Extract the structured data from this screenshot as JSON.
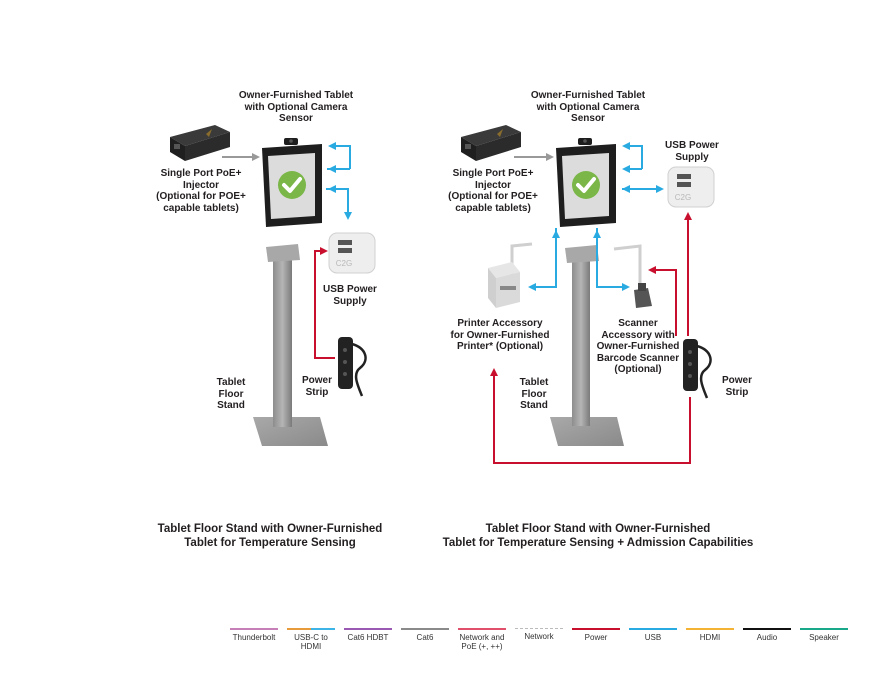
{
  "left_panel": {
    "tablet_label": "Owner-Furnished Tablet\nwith Optional Camera\nSensor",
    "injector_label": "Single Port PoE+\nInjector\n(Optional for POE+\ncapable tablets)",
    "usb_supply_label": "USB Power\nSupply",
    "stand_label": "Tablet\nFloor\nStand",
    "strip_label": "Power\nStrip",
    "caption": "Tablet Floor Stand with Owner-Furnished\nTablet for Temperature Sensing"
  },
  "right_panel": {
    "tablet_label": "Owner-Furnished Tablet\nwith Optional Camera\nSensor",
    "injector_label": "Single Port PoE+\nInjector\n(Optional for POE+\ncapable tablets)",
    "usb_supply_label": "USB Power\nSupply",
    "printer_label": "Printer Accessory\nfor Owner-Furnished\nPrinter* (Optional)",
    "scanner_label": "Scanner\nAccessory with\nOwner-Furnished\nBarcode Scanner\n(Optional)",
    "stand_label": "Tablet\nFloor\nStand",
    "strip_label": "Power\nStrip",
    "caption": "Tablet Floor Stand with Owner-Furnished\nTablet for Temperature Sensing + Admission Capabilities"
  },
  "device_text": {
    "brand": "C2G"
  },
  "legend": [
    {
      "label": "Thunderbolt",
      "color": "#c77fb8"
    },
    {
      "label": "USB-C to\nHDMI",
      "color": "#e89b3a",
      "color2": "#3cb4e5"
    },
    {
      "label": "Cat6 HDBT",
      "color": "#9b59b6"
    },
    {
      "label": "Cat6",
      "color": "#8a8a8a"
    },
    {
      "label": "Network and\nPoE (+, ++)",
      "color": "#e0506a"
    },
    {
      "label": "Network",
      "color": "#bbbbbb",
      "dashed": true
    },
    {
      "label": "Power",
      "color": "#c8102e"
    },
    {
      "label": "USB",
      "color": "#29abe2"
    },
    {
      "label": "HDMI",
      "color": "#f5b335"
    },
    {
      "label": "Audio",
      "color": "#111111"
    },
    {
      "label": "Speaker",
      "color": "#1aa88a"
    }
  ],
  "colors": {
    "usb": "#29abe2",
    "power": "#c8102e",
    "cat": "#999999",
    "check": "#7ab648"
  }
}
